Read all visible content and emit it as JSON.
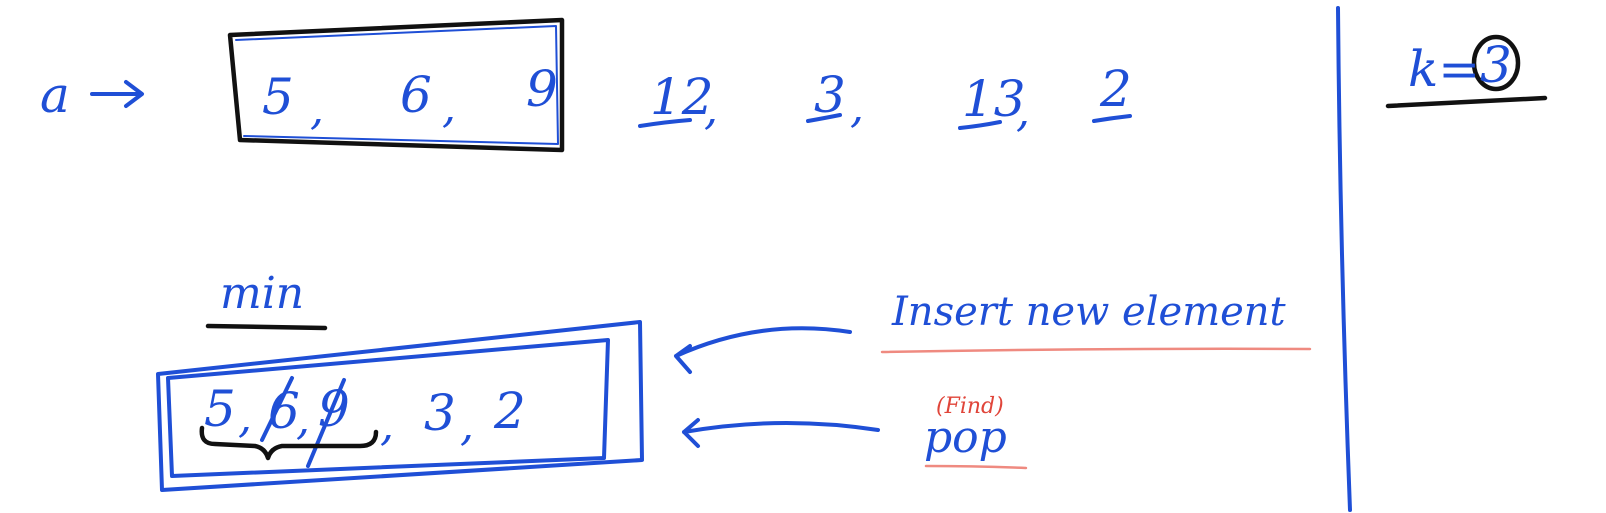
{
  "array": {
    "name": "a",
    "arrow": "→",
    "window_values": [
      "5",
      "6",
      "9"
    ],
    "rest_values": [
      "12",
      "3",
      "13",
      "2"
    ]
  },
  "side": {
    "k_label": "k=",
    "k_value": "3"
  },
  "heap": {
    "label": "min",
    "values": [
      "5",
      "6",
      "9",
      "3",
      "2"
    ]
  },
  "notes": {
    "insert": "Insert new element",
    "pop": "pop",
    "find": "(Find)"
  }
}
